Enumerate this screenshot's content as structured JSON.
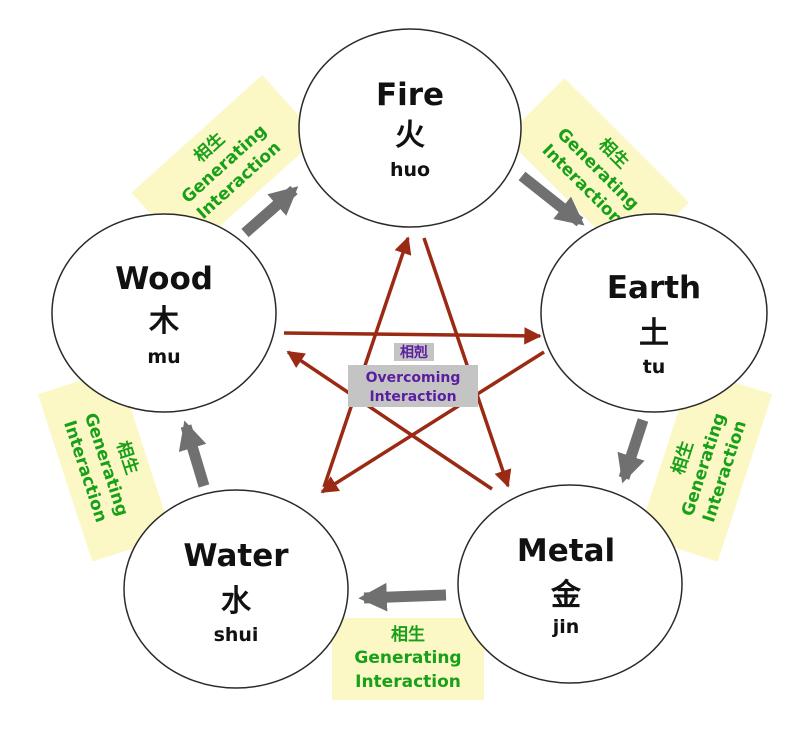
{
  "colors": {
    "generating_arrow": "#707070",
    "overcoming_arrow": "#9a2a14",
    "generating_label_bg": "#fbf8c6",
    "generating_label_text": "#18a018",
    "overcoming_label_bg": "#c4c4c4",
    "overcoming_label_text": "#5a1ea0",
    "circle_fill": "#ffffff",
    "circle_stroke": "#2a2a2a"
  },
  "elements": {
    "fire": {
      "name": "Fire",
      "chinese": "火",
      "pinyin": "huo"
    },
    "earth": {
      "name": "Earth",
      "chinese": "土",
      "pinyin": "tu"
    },
    "metal": {
      "name": "Metal",
      "chinese": "金",
      "pinyin": "jin"
    },
    "water": {
      "name": "Water",
      "chinese": "水",
      "pinyin": "shui"
    },
    "wood": {
      "name": "Wood",
      "chinese": "木",
      "pinyin": "mu"
    }
  },
  "generating_label": {
    "chinese": "相生",
    "line1": "Generating",
    "line2": "Interaction"
  },
  "overcoming_label": {
    "chinese": "相剋",
    "line1": "Overcoming",
    "line2": "Interaction"
  }
}
